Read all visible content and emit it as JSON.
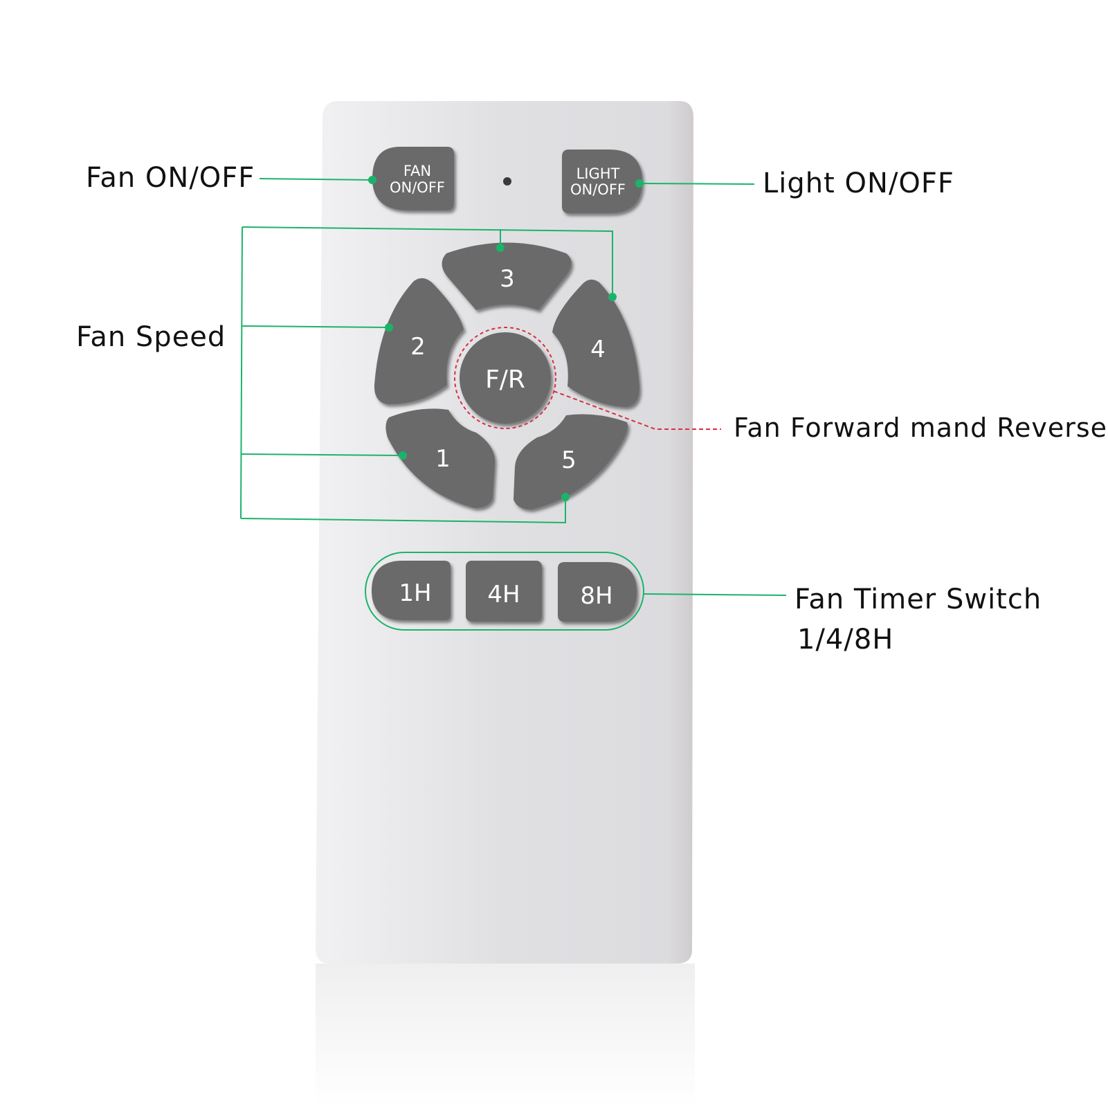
{
  "remote": {
    "fan_button": {
      "line1": "FAN",
      "line2": "ON/OFF"
    },
    "light_button": {
      "line1": "LIGHT",
      "line2": "ON/OFF"
    },
    "speed_buttons": [
      "1",
      "2",
      "3",
      "4",
      "5"
    ],
    "reverse_button": "F/R",
    "timer_buttons": [
      "1H",
      "4H",
      "8H"
    ]
  },
  "callouts": {
    "fan_on_off": "Fan ON/OFF",
    "light_on_off": "Light ON/OFF",
    "fan_speed": "Fan Speed",
    "fan_forward_reverse": "Fan Forward mand Reverse",
    "fan_timer_line1": "Fan Timer Switch",
    "fan_timer_line2": "1/4/8H"
  },
  "colors": {
    "body": "#e0e0e3",
    "button": "#6a6a6a",
    "button_text": "#ffffff",
    "leader_green": "#1bb36a",
    "leader_red": "#d9303f"
  }
}
